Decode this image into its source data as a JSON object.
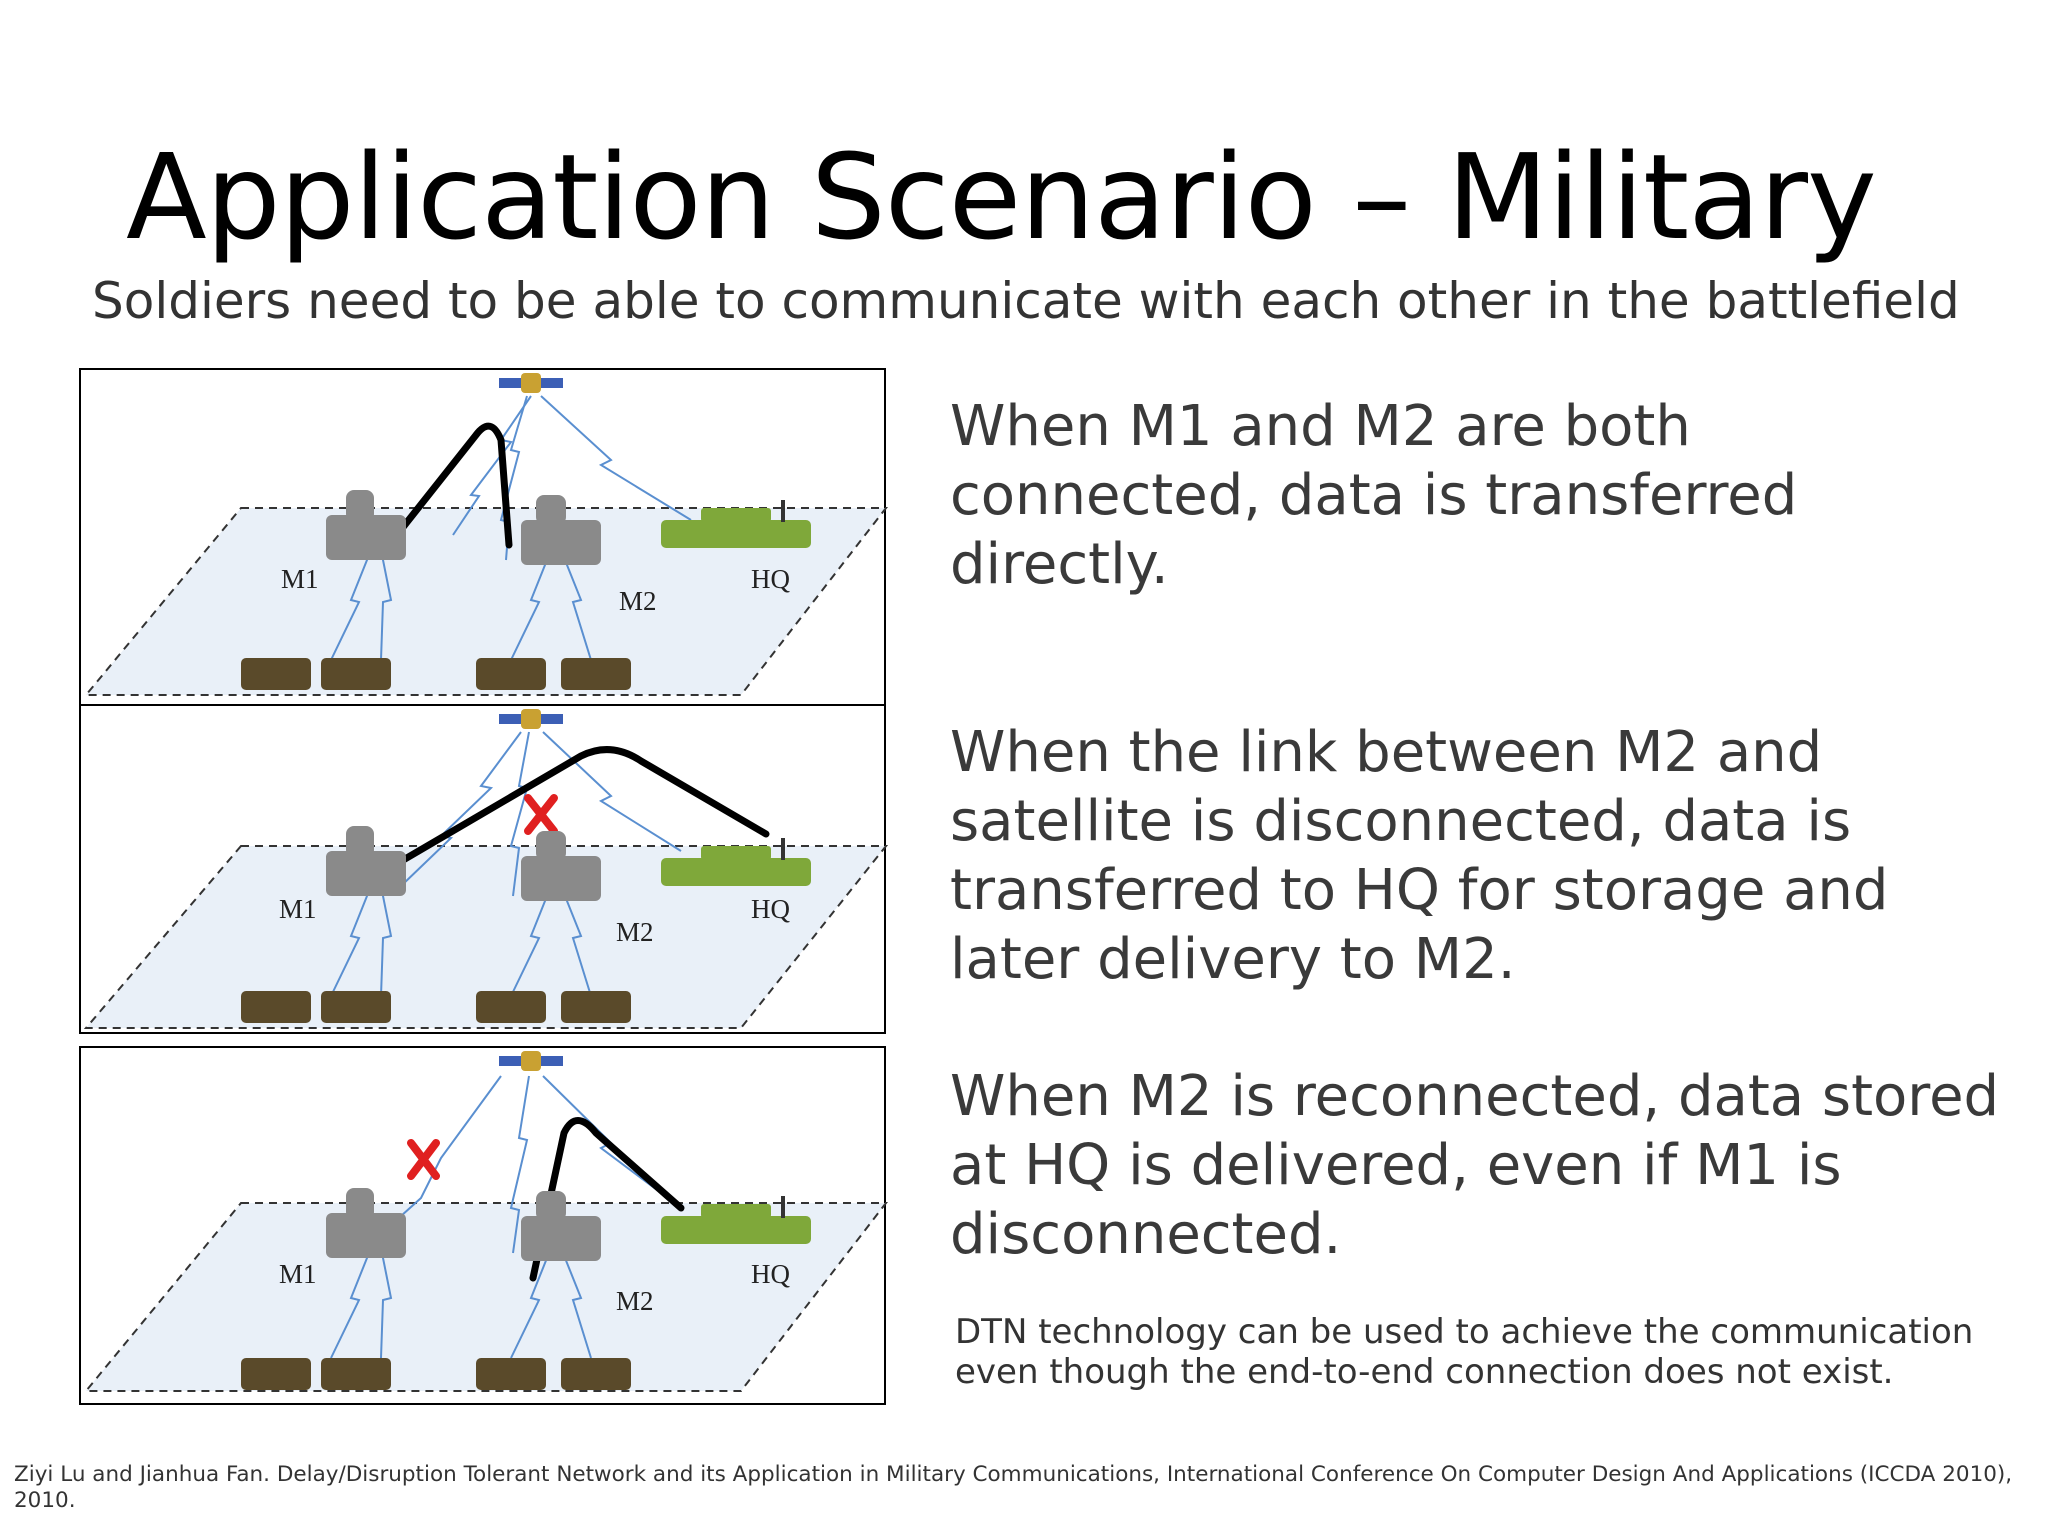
{
  "slide": {
    "title": "Application Scenario – Military",
    "subtitle": "Soldiers need to be able to communicate with each other in the battlefield"
  },
  "panels": [
    {
      "labels": {
        "m1": "M1",
        "m2": "M2",
        "hq": "HQ"
      }
    },
    {
      "labels": {
        "m1": "M1",
        "m2": "M2",
        "hq": "HQ"
      }
    },
    {
      "labels": {
        "m1": "M1",
        "m2": "M2",
        "hq": "HQ"
      }
    }
  ],
  "descriptions": [
    "When M1 and M2 are both connected, data is transferred directly.",
    "When the link between M2 and satellite is disconnected, data is transferred to HQ for storage and later delivery to M2.",
    "When M2 is reconnected, data stored at HQ is delivered, even if M1 is disconnected."
  ],
  "note": "DTN technology can be used to achieve the communication even though the end-to-end connection does not exist.",
  "citation": "Ziyi Lu and Jianhua Fan. Delay/Disruption Tolerant Network and its Application in Military Communications, International Conference On Computer Design And Applications (ICCDA 2010), 2010.",
  "colors": {
    "ground": "#e9f0f8",
    "link": "#5a8fd0",
    "path": "#000000",
    "cross": "#e02020",
    "hq": "#7fa83a"
  }
}
